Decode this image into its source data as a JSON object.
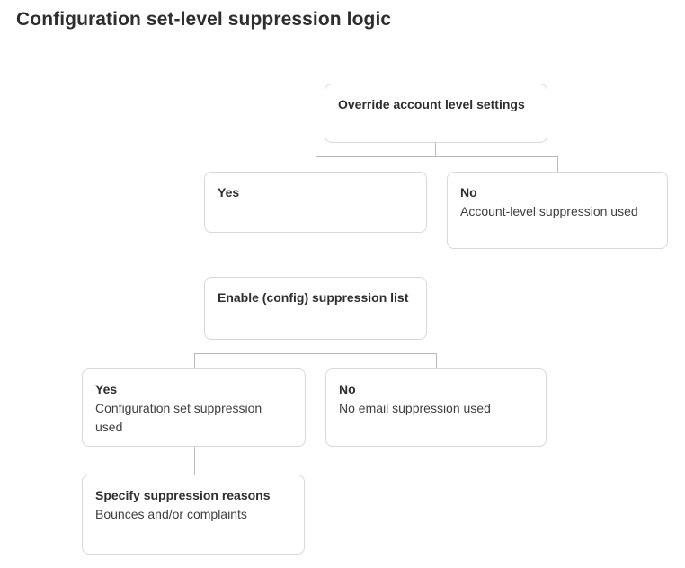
{
  "title": "Configuration set-level suppression logic",
  "diagram": {
    "type": "flowchart",
    "nodes": {
      "override": {
        "label": "Override account level settings"
      },
      "yes_override": {
        "label": "Yes"
      },
      "no_override": {
        "label": "No",
        "sublabel": "Account-level suppression used"
      },
      "enable": {
        "label": "Enable (config) suppression list"
      },
      "yes_config": {
        "label": "Yes",
        "sublabel": "Configuration set suppression used"
      },
      "no_config": {
        "label": "No",
        "sublabel": "No email suppression used"
      },
      "specify": {
        "label": "Specify suppression reasons",
        "sublabel": "Bounces and/or complaints"
      }
    },
    "edges": [
      {
        "from": "override",
        "to": "yes_override"
      },
      {
        "from": "override",
        "to": "no_override"
      },
      {
        "from": "yes_override",
        "to": "enable"
      },
      {
        "from": "enable",
        "to": "yes_config"
      },
      {
        "from": "enable",
        "to": "no_config"
      },
      {
        "from": "yes_config",
        "to": "specify"
      }
    ]
  },
  "colors": {
    "background": "#ffffff",
    "node_border": "#d8d8d8",
    "connector": "#b9b9b9",
    "title_text": "#2e2e2e",
    "label_text": "#2e2e2e",
    "sublabel_text": "#3f3f3f"
  }
}
